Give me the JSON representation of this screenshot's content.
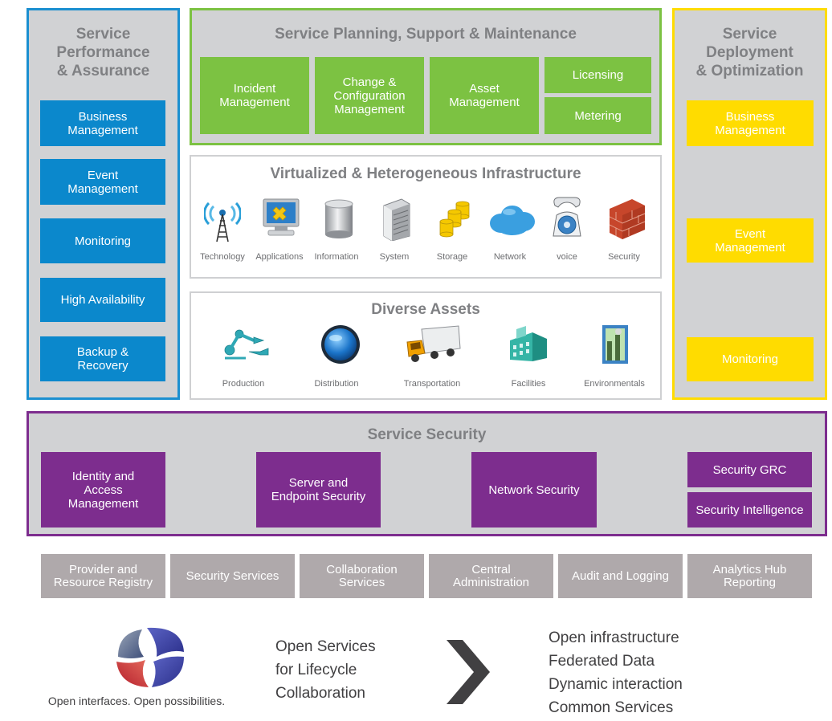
{
  "performance": {
    "title": [
      "Service",
      "Performance",
      "& Assurance"
    ],
    "boxes": [
      [
        "Business",
        "Management"
      ],
      [
        "Event",
        "Management"
      ],
      [
        "Monitoring"
      ],
      [
        "High Availability"
      ],
      [
        "Backup &",
        "Recovery"
      ]
    ]
  },
  "planning": {
    "title": "Service Planning, Support & Maintenance",
    "boxes": [
      [
        "Incident",
        "Management"
      ],
      [
        "Change &",
        "Configuration",
        "Management"
      ],
      [
        "Asset",
        "Management"
      ],
      [
        "Licensing"
      ],
      [
        "Metering"
      ]
    ]
  },
  "deployment": {
    "title": [
      "Service",
      "Deployment",
      "& Optimization"
    ],
    "boxes": [
      [
        "Business",
        "Management"
      ],
      [
        "Event",
        "Management"
      ],
      [
        "Monitoring"
      ]
    ]
  },
  "infrastructure": {
    "title": "Virtualized & Heterogeneous Infrastructure",
    "items": [
      {
        "label": "Technology",
        "icon": "antenna-tower-icon"
      },
      {
        "label": "Applications",
        "icon": "computer-monitor-icon"
      },
      {
        "label": "Information",
        "icon": "database-cylinder-icon"
      },
      {
        "label": "System",
        "icon": "server-rack-icon"
      },
      {
        "label": "Storage",
        "icon": "storage-disks-icon"
      },
      {
        "label": "Network",
        "icon": "cloud-icon"
      },
      {
        "label": "voice",
        "icon": "telephone-icon"
      },
      {
        "label": "Security",
        "icon": "firewall-icon"
      }
    ]
  },
  "assets": {
    "title": "Diverse Assets",
    "items": [
      {
        "label": "Production",
        "icon": "robot-arm-icon"
      },
      {
        "label": "Distribution",
        "icon": "globe-icon"
      },
      {
        "label": "Transportation",
        "icon": "truck-icon"
      },
      {
        "label": "Facilities",
        "icon": "building-icon"
      },
      {
        "label": "Environmentals",
        "icon": "factory-icon"
      }
    ]
  },
  "security": {
    "title": "Service Security",
    "boxes": [
      [
        "Identity and",
        "Access",
        "Management"
      ],
      [
        "Server and",
        "Endpoint Security"
      ],
      [
        "Network Security"
      ],
      [
        "Security GRC"
      ],
      [
        "Security Intelligence"
      ]
    ]
  },
  "services": [
    [
      "Provider and",
      "Resource Registry"
    ],
    [
      "Security Services"
    ],
    [
      "Collaboration",
      "Services"
    ],
    [
      "Central",
      "Administration"
    ],
    [
      "Audit and Logging"
    ],
    [
      "Analytics Hub",
      "Reporting"
    ]
  ],
  "bottom": {
    "tagline": "Open interfaces. Open possibilities.",
    "lifecycle": [
      "Open Services",
      "for Lifecycle",
      "Collaboration"
    ],
    "benefits": [
      "Open infrastructure",
      "Federated Data",
      "Dynamic interaction",
      "Common Services"
    ]
  },
  "colors": {
    "blue": "#0b88cc",
    "green": "#7cc242",
    "yellow": "#ffdc00",
    "purple": "#7d2d8e",
    "gray_panel": "#d1d2d4",
    "gray_service": "#afa9ab",
    "title_gray": "#7f8083"
  }
}
